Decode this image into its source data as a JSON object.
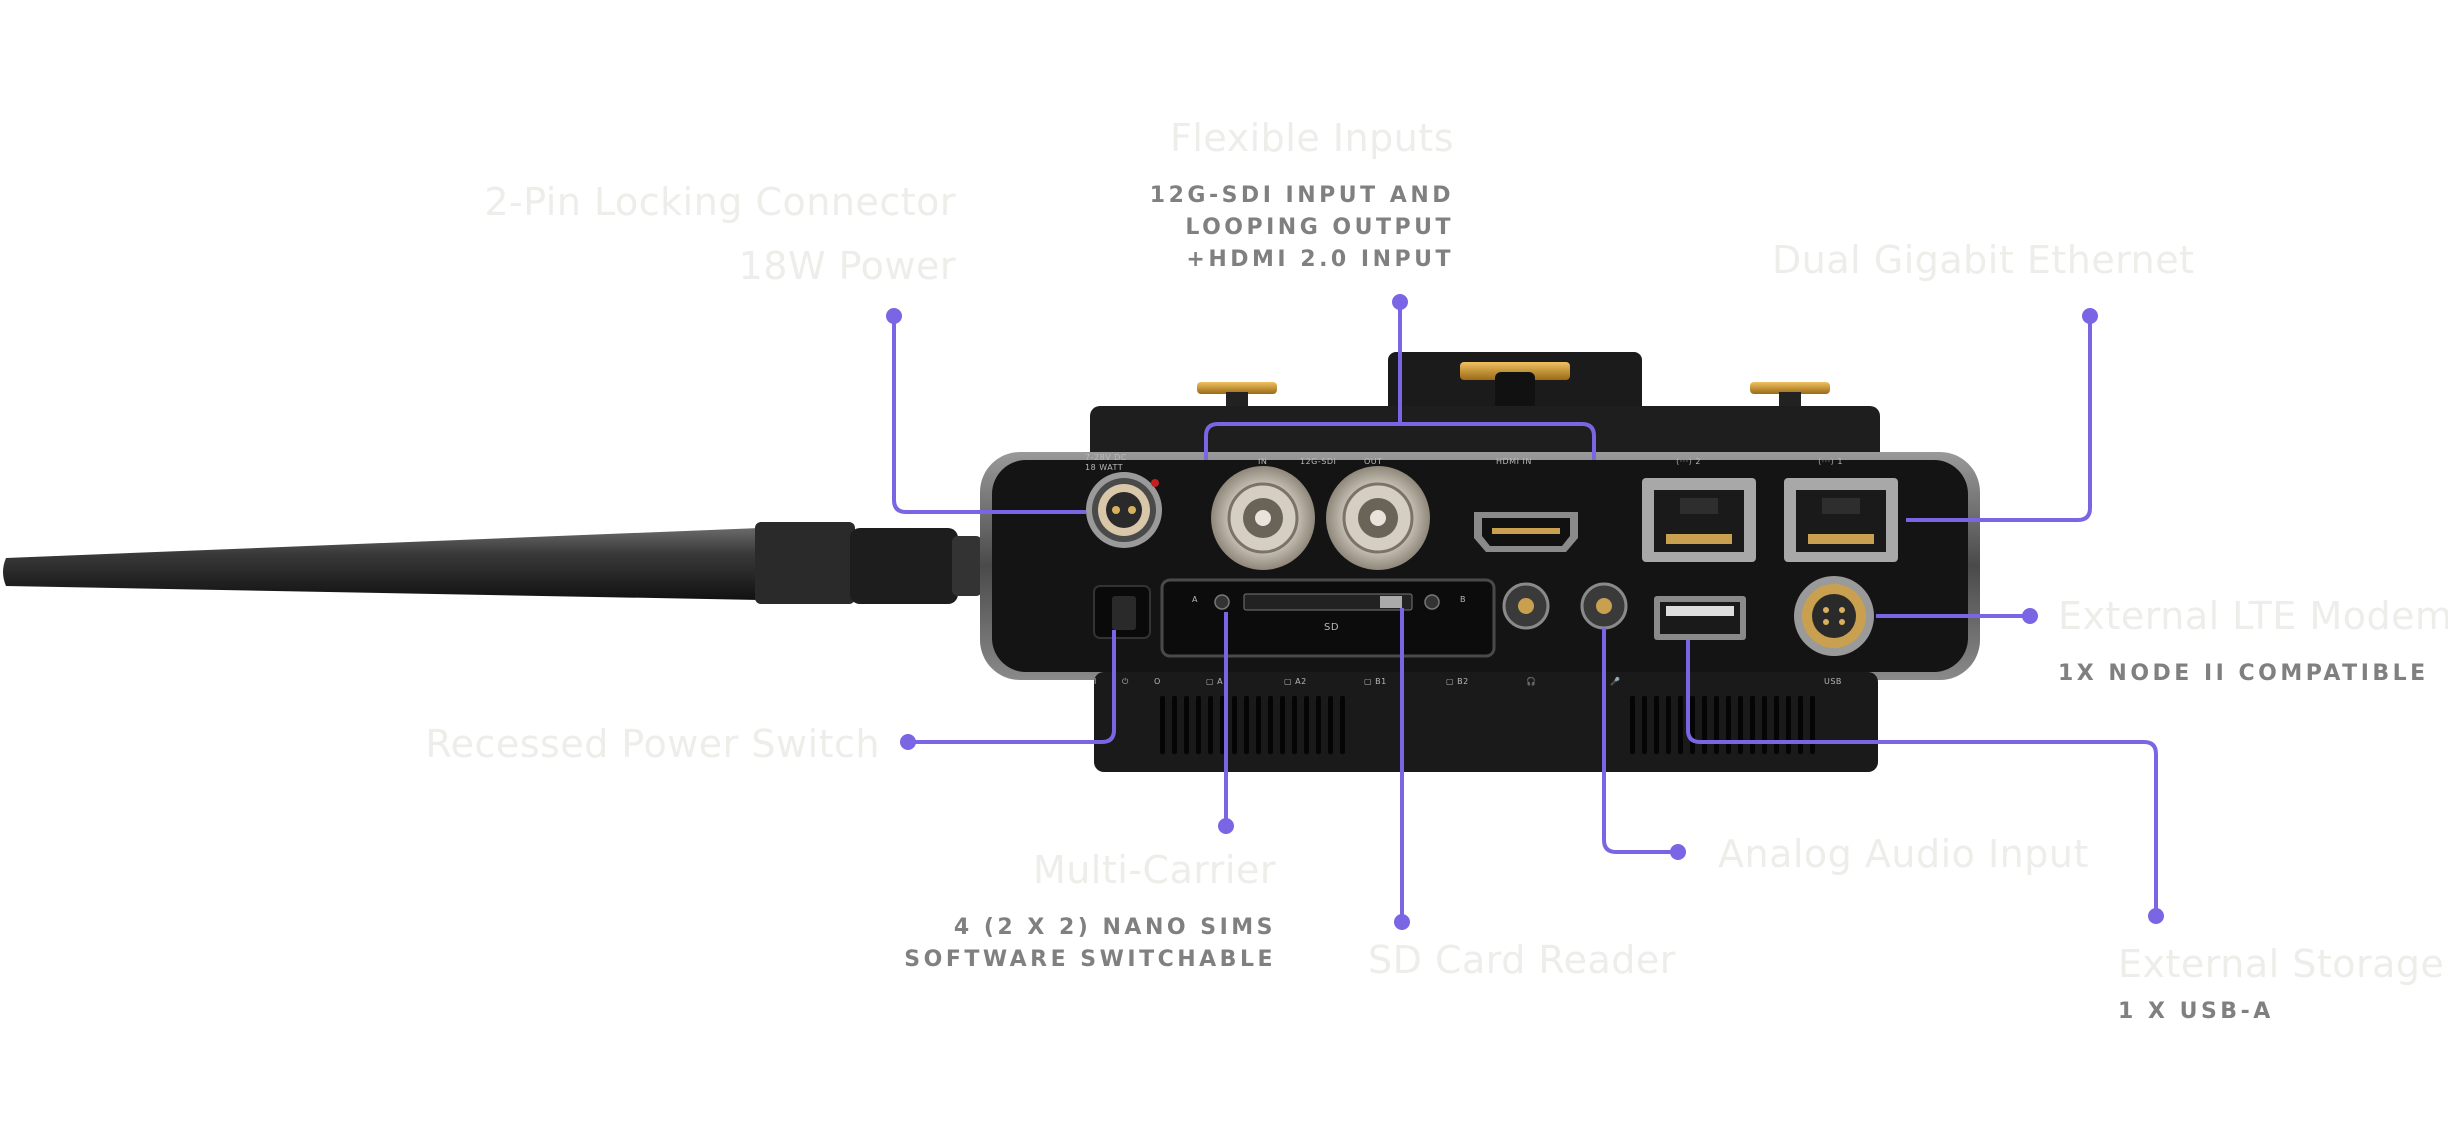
{
  "colors": {
    "accent": "#7a66e4",
    "title_text": "#ededea",
    "sub_text": "#808080",
    "device_body": "#161616",
    "device_chrome": "#595959"
  },
  "callouts": {
    "power_connector": {
      "title1": "2-Pin Locking Connector",
      "title2": "18W Power"
    },
    "flexible_inputs": {
      "title": "Flexible Inputs",
      "sub1": "12G-SDI INPUT AND",
      "sub2": "LOOPING OUTPUT",
      "sub3": "+HDMI 2.0 INPUT"
    },
    "ethernet": {
      "title": "Dual Gigabit Ethernet"
    },
    "lte_modems": {
      "title": "External LTE Modems",
      "sub": "1X NODE II COMPATIBLE"
    },
    "power_switch": {
      "title": "Recessed Power Switch"
    },
    "multi_carrier": {
      "title": "Multi-Carrier",
      "sub1": "4 (2 X 2) NANO SIMS",
      "sub2": "SOFTWARE SWITCHABLE"
    },
    "sd_card": {
      "title": "SD Card Reader"
    },
    "analog_audio": {
      "title": "Analog Audio Input"
    },
    "external_storage": {
      "title": "External Storage",
      "sub": "1 X USB-A"
    }
  },
  "device": {
    "power_label1": "7-28V DC",
    "power_label2": "18 WATT",
    "sdi_in": "IN",
    "sdi_type": "12G-SDI",
    "sdi_out": "OUT",
    "hdmi_label": "HDMI   IN",
    "eth2_label": "⟨···⟩  2",
    "eth1_label": "⟨···⟩  1",
    "sd_label": "SD",
    "sim_a": "A",
    "sim_b": "B",
    "usb_label": "USB",
    "bottom_labels": [
      "I",
      "⏻",
      "O",
      "▢ A1",
      "▢ A2",
      "▢ B1",
      "▢ B2",
      "🎧",
      "🎤"
    ]
  }
}
